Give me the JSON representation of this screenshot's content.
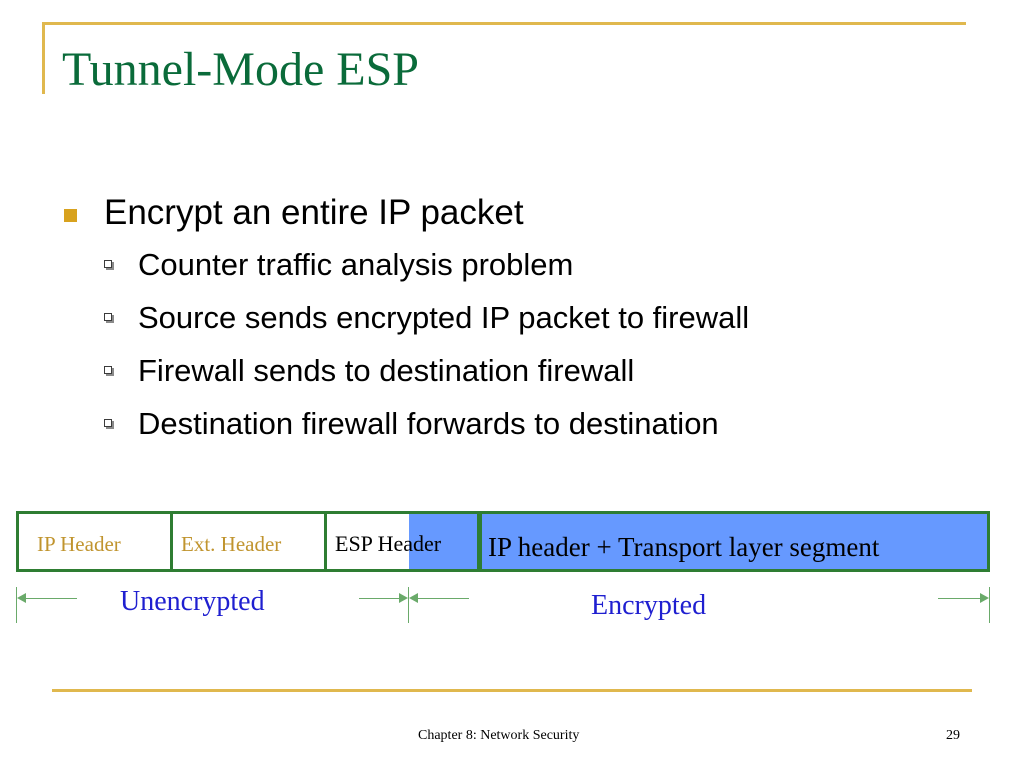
{
  "slide": {
    "title": "Tunnel-Mode ESP",
    "bullets": [
      {
        "text": "Encrypt an entire IP packet",
        "subitems": [
          "Counter traffic analysis problem",
          "Source sends encrypted IP packet to firewall",
          "Firewall sends to destination firewall",
          "Destination firewall forwards to destination"
        ]
      }
    ]
  },
  "packet": {
    "fields": [
      "IP Header",
      "Ext. Header",
      "ESP Header",
      "IP header + Transport layer segment"
    ],
    "unencrypted_label": "Unencrypted",
    "encrypted_label": "Encrypted"
  },
  "footer": {
    "chapter": "Chapter 8: Network Security",
    "page": "29"
  },
  "colors": {
    "title": "#0a6b3a",
    "accent_rule": "#e0b84e",
    "bullet_square": "#d8a21e",
    "encrypted_fill": "#6699ff",
    "cell_border": "#2e7d32",
    "header_text": "#c0942e",
    "range_label": "#1f1fd0"
  }
}
